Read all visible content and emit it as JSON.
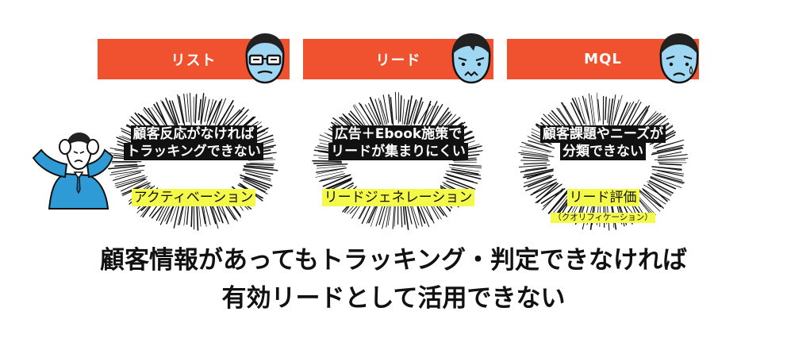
{
  "columns": [
    {
      "stage_label": "リスト",
      "issue_lines": [
        "顧客反応がなければ",
        "トラッキングできない"
      ],
      "phase_label": "アクティベーション",
      "phase_sub": ""
    },
    {
      "stage_label": "リード",
      "issue_lines": [
        "広告＋Ebook施策で",
        "リードが集まりにくい"
      ],
      "phase_label": "リードジェネレーション",
      "phase_sub": ""
    },
    {
      "stage_label": "MQL",
      "issue_lines": [
        "顧客課題やニーズが",
        "分類できない"
      ],
      "phase_label": "リード評価",
      "phase_sub": "（クオリフィケーション）"
    }
  ],
  "conclusion": {
    "line1": "顧客情報があってもトラッキング・判定できなければ",
    "line2": "有効リードとして活用できない"
  },
  "colors": {
    "header_bar": "#f0522f",
    "highlight": "#f4fa4a",
    "issue_bg": "#111111",
    "person": "#2e9bd6",
    "face_skin": "#9fd6f2"
  },
  "icons": [
    "glasses-face-icon",
    "worried-face-icon",
    "sad-face-icon",
    "stressed-person-icon"
  ]
}
